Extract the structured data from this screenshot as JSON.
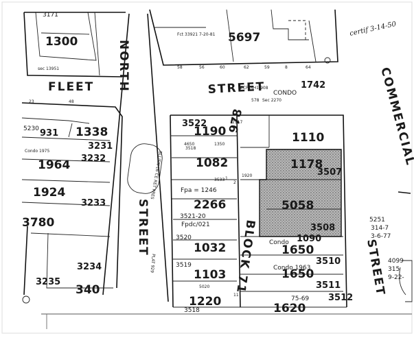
{
  "streets": {
    "fleet": "FLEET",
    "north": "NORTH",
    "street_top": "STREET",
    "street_top_num": "1742",
    "street_mid": "STREET",
    "street_right": "STREET",
    "commercial": "COMMERCIAL"
  },
  "block": "BLOCK 71",
  "lots": [
    {
      "id": "lot-1300",
      "text": "1300"
    },
    {
      "id": "lot-5697",
      "text": "5697"
    },
    {
      "id": "lot-3171",
      "text": "3171"
    },
    {
      "id": "lot-1338",
      "text": "1338"
    },
    {
      "id": "lot-3231",
      "text": "3231"
    },
    {
      "id": "lot-1964",
      "text": "1964"
    },
    {
      "id": "lot-3232",
      "text": "3232"
    },
    {
      "id": "lot-1924",
      "text": "1924"
    },
    {
      "id": "lot-3233",
      "text": "3233"
    },
    {
      "id": "lot-3780",
      "text": "3780"
    },
    {
      "id": "lot-3234",
      "text": "3234"
    },
    {
      "id": "lot-3235",
      "text": "3235"
    },
    {
      "id": "lot-340",
      "text": "340"
    },
    {
      "id": "lot-931",
      "text": "931"
    },
    {
      "id": "lot-5230",
      "text": "5230"
    },
    {
      "id": "lot-1190",
      "text": "1190"
    },
    {
      "id": "lot-3522",
      "text": "3522"
    },
    {
      "id": "lot-1082",
      "text": "1082"
    },
    {
      "id": "lot-978",
      "text": "978"
    },
    {
      "id": "lot-1110",
      "text": "1110"
    },
    {
      "id": "lot-1178",
      "text": "1178"
    },
    {
      "id": "lot-3507",
      "text": "3507"
    },
    {
      "id": "lot-2266",
      "text": "2266"
    },
    {
      "id": "lot-5058",
      "text": "5058"
    },
    {
      "id": "lot-3508",
      "text": "3508"
    },
    {
      "id": "lot-1032",
      "text": "1032"
    },
    {
      "id": "lot-3520",
      "text": "3520"
    },
    {
      "id": "lot-1650a",
      "text": "1650"
    },
    {
      "id": "lot-3510",
      "text": "3510"
    },
    {
      "id": "lot-1103",
      "text": "1103"
    },
    {
      "id": "lot-3519",
      "text": "3519"
    },
    {
      "id": "lot-1650b",
      "text": "1650"
    },
    {
      "id": "lot-3511",
      "text": "3511"
    },
    {
      "id": "lot-1220",
      "text": "1220"
    },
    {
      "id": "lot-3518",
      "text": "3518"
    },
    {
      "id": "lot-1620",
      "text": "1620"
    },
    {
      "id": "lot-3512",
      "text": "3512"
    },
    {
      "id": "lot-1090",
      "text": "1090"
    },
    {
      "id": "lot-5251",
      "text": "5251"
    }
  ],
  "notes": [
    {
      "id": "note-certif",
      "text": "certif 3-14-50"
    },
    {
      "id": "note-fct",
      "text": "Fct 33921 7-20-81"
    },
    {
      "id": "note-condo-top",
      "text": "CONDO"
    },
    {
      "id": "note-condo-578",
      "text": "578"
    },
    {
      "id": "note-condo-sec",
      "text": "Sec 2270"
    },
    {
      "id": "note-ecpl",
      "text": "ECPL4H1/908"
    },
    {
      "id": "note-fpa",
      "text": "Fpa = 1246"
    },
    {
      "id": "note-3521",
      "text": "3521-20"
    },
    {
      "id": "note-fpdc",
      "text": "Fpdc/021"
    },
    {
      "id": "note-condo-1090",
      "text": "Condo"
    },
    {
      "id": "note-condo-1963",
      "text": "Condo 1963"
    },
    {
      "id": "note-7569",
      "text": "75-69"
    },
    {
      "id": "note-314",
      "text": "314-7"
    },
    {
      "id": "note-3677",
      "text": "3-6-77"
    },
    {
      "id": "note-4099",
      "text": "4099"
    },
    {
      "id": "note-315",
      "text": "315"
    },
    {
      "id": "note-922",
      "text": "9-22-"
    },
    {
      "id": "note-sec",
      "text": "sec 13951"
    },
    {
      "id": "note-condo-left",
      "text": "Condo 1975"
    },
    {
      "id": "note-wedge",
      "text": "BLLIEN-16 CE RET PRES"
    },
    {
      "id": "note-plat",
      "text": "PLAT 929"
    }
  ],
  "small_nums": [
    "58",
    "56",
    "60",
    "62",
    "59",
    "8",
    "64",
    "1",
    "2",
    "23",
    "48",
    "4650",
    "3518",
    "1350",
    "2117",
    "1920",
    "3533",
    "5020",
    "11"
  ],
  "shaded_lot": "5058"
}
